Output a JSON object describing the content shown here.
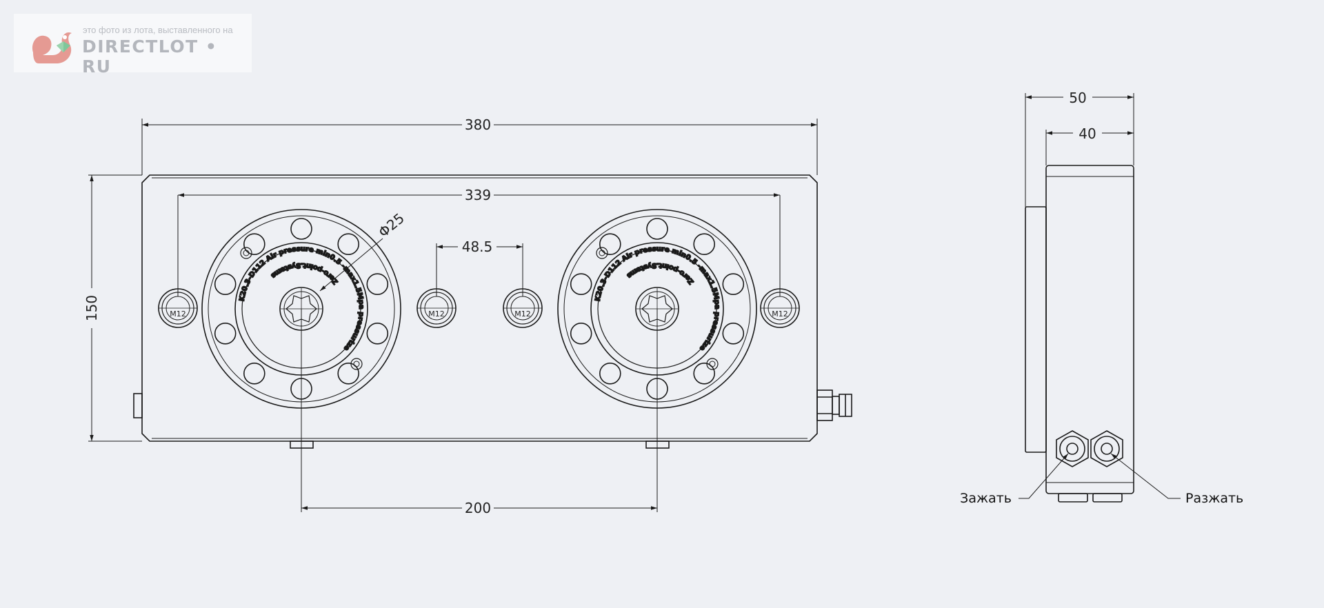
{
  "watermark": {
    "tagline": "это фото из лота, выставленного на",
    "brand": "DIRECTLOT • RU"
  },
  "front_view": {
    "dimensions": {
      "overall_width": "380",
      "hole_span": "339",
      "hole_spacing_center": "48.5",
      "height": "150",
      "pocket_spacing": "200",
      "pilot_diameter": "Φ25"
    },
    "bolt_label": "M12",
    "engraving_outer": "K20.3-D112 Air pressure min0.5 -max1.5Mpa pressurize",
    "engraving_inner": "Zero-point.Systems"
  },
  "side_view": {
    "dimensions": {
      "overall_depth": "50",
      "body_depth": "40"
    },
    "ports": {
      "clamp_label": "Зажать",
      "release_label": "Разжать"
    }
  },
  "colors": {
    "background": "#eef0f4",
    "line": "#1a1a1a",
    "watermark": "#b3b6bc",
    "logo_red": "#e59a93",
    "logo_green": "#7fc79a"
  }
}
